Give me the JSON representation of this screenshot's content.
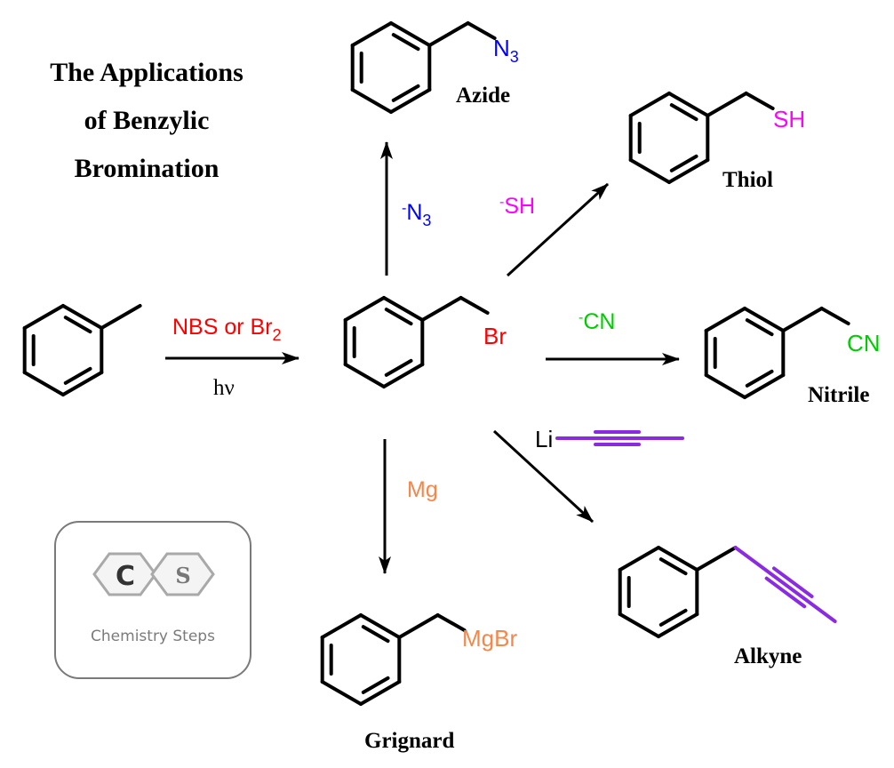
{
  "title": {
    "lines": [
      "The Applications",
      "of Benzylic",
      "Bromination"
    ]
  },
  "colors": {
    "bond": "#000000",
    "bromine": "#ff0000",
    "azide": "#0000ff",
    "thiol": "#ff00ff",
    "nitrile": "#00cc00",
    "alkyne": "#8a2be2",
    "grignard": "#f5874a",
    "logo_border": "#7a7a7a",
    "logo_text": "#7b7b7b"
  },
  "start_material": {
    "name": "Toluene"
  },
  "bromination": {
    "reagent_main": "NBS or Br",
    "reagent_sub": "2",
    "condition": "hν"
  },
  "intermediate": {
    "group": "Br"
  },
  "reactions": {
    "azide": {
      "reagent_sup": "-",
      "reagent_main": "N",
      "reagent_sub": "3",
      "product_group": "N",
      "product_sub": "3",
      "label": "Azide"
    },
    "thiol": {
      "reagent_sup": "-",
      "reagent_main": "SH",
      "product_group": "SH",
      "label": "Thiol"
    },
    "nitrile": {
      "reagent_sup": "-",
      "reagent_main": "CN",
      "product_group": "CN",
      "label": "Nitrile"
    },
    "alkyne": {
      "reagent_main": "Li",
      "label": "Alkyne"
    },
    "grignard": {
      "reagent_main": "Mg",
      "product_group": "MgBr",
      "label": "Grignard"
    }
  },
  "logo": {
    "letter_left": "C",
    "letter_right": "S",
    "text": "Chemistry Steps"
  }
}
